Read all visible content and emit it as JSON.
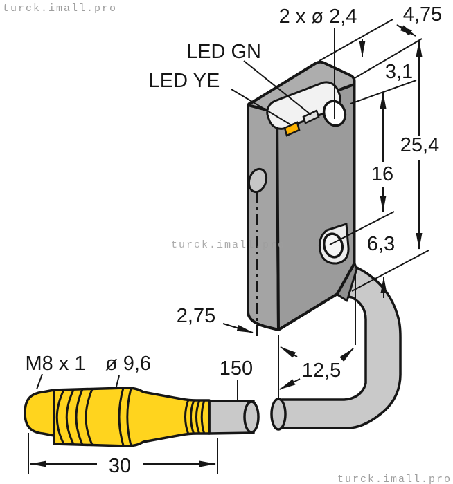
{
  "drawing": {
    "type": "technical-dimension-drawing",
    "subject": "miniature photoelectric sensor with M8 pigtail connector"
  },
  "watermarks": {
    "top_left": "turck.imall.pro",
    "center": "turck.imall.pro",
    "bottom_right": "turck.imall.pro"
  },
  "labels": {
    "top_holes": "2 x ø 2,4",
    "top_depth": "4,75",
    "led_offset": "3,1",
    "total_height": "25,4",
    "hole_spacing": "16",
    "lower_hole_offset": "6,3",
    "edge_offset": "2,75",
    "bottom_width": "12,5",
    "led_green": "LED GN",
    "led_yellow": "LED YE",
    "thread": "M8 x 1",
    "connector_diameter": "ø 9,6",
    "cable_length": "150",
    "connector_length": "30"
  },
  "colors": {
    "outline": "#161616",
    "front_face": "#9b9b9b",
    "top_face": "#adadad",
    "side_face": "#a4a4a4",
    "chamfer_face": "#8f8f8f",
    "cable_gray": "#c9c9c9",
    "connector_yellow": "#ffd41e",
    "led_yellow": "#ffb300",
    "led_window_gray": "#e0e0e0",
    "recess_white": "#f2f2f2",
    "hole_gray": "#c6c6c6",
    "watermark_gray": "#9e9e9e"
  }
}
